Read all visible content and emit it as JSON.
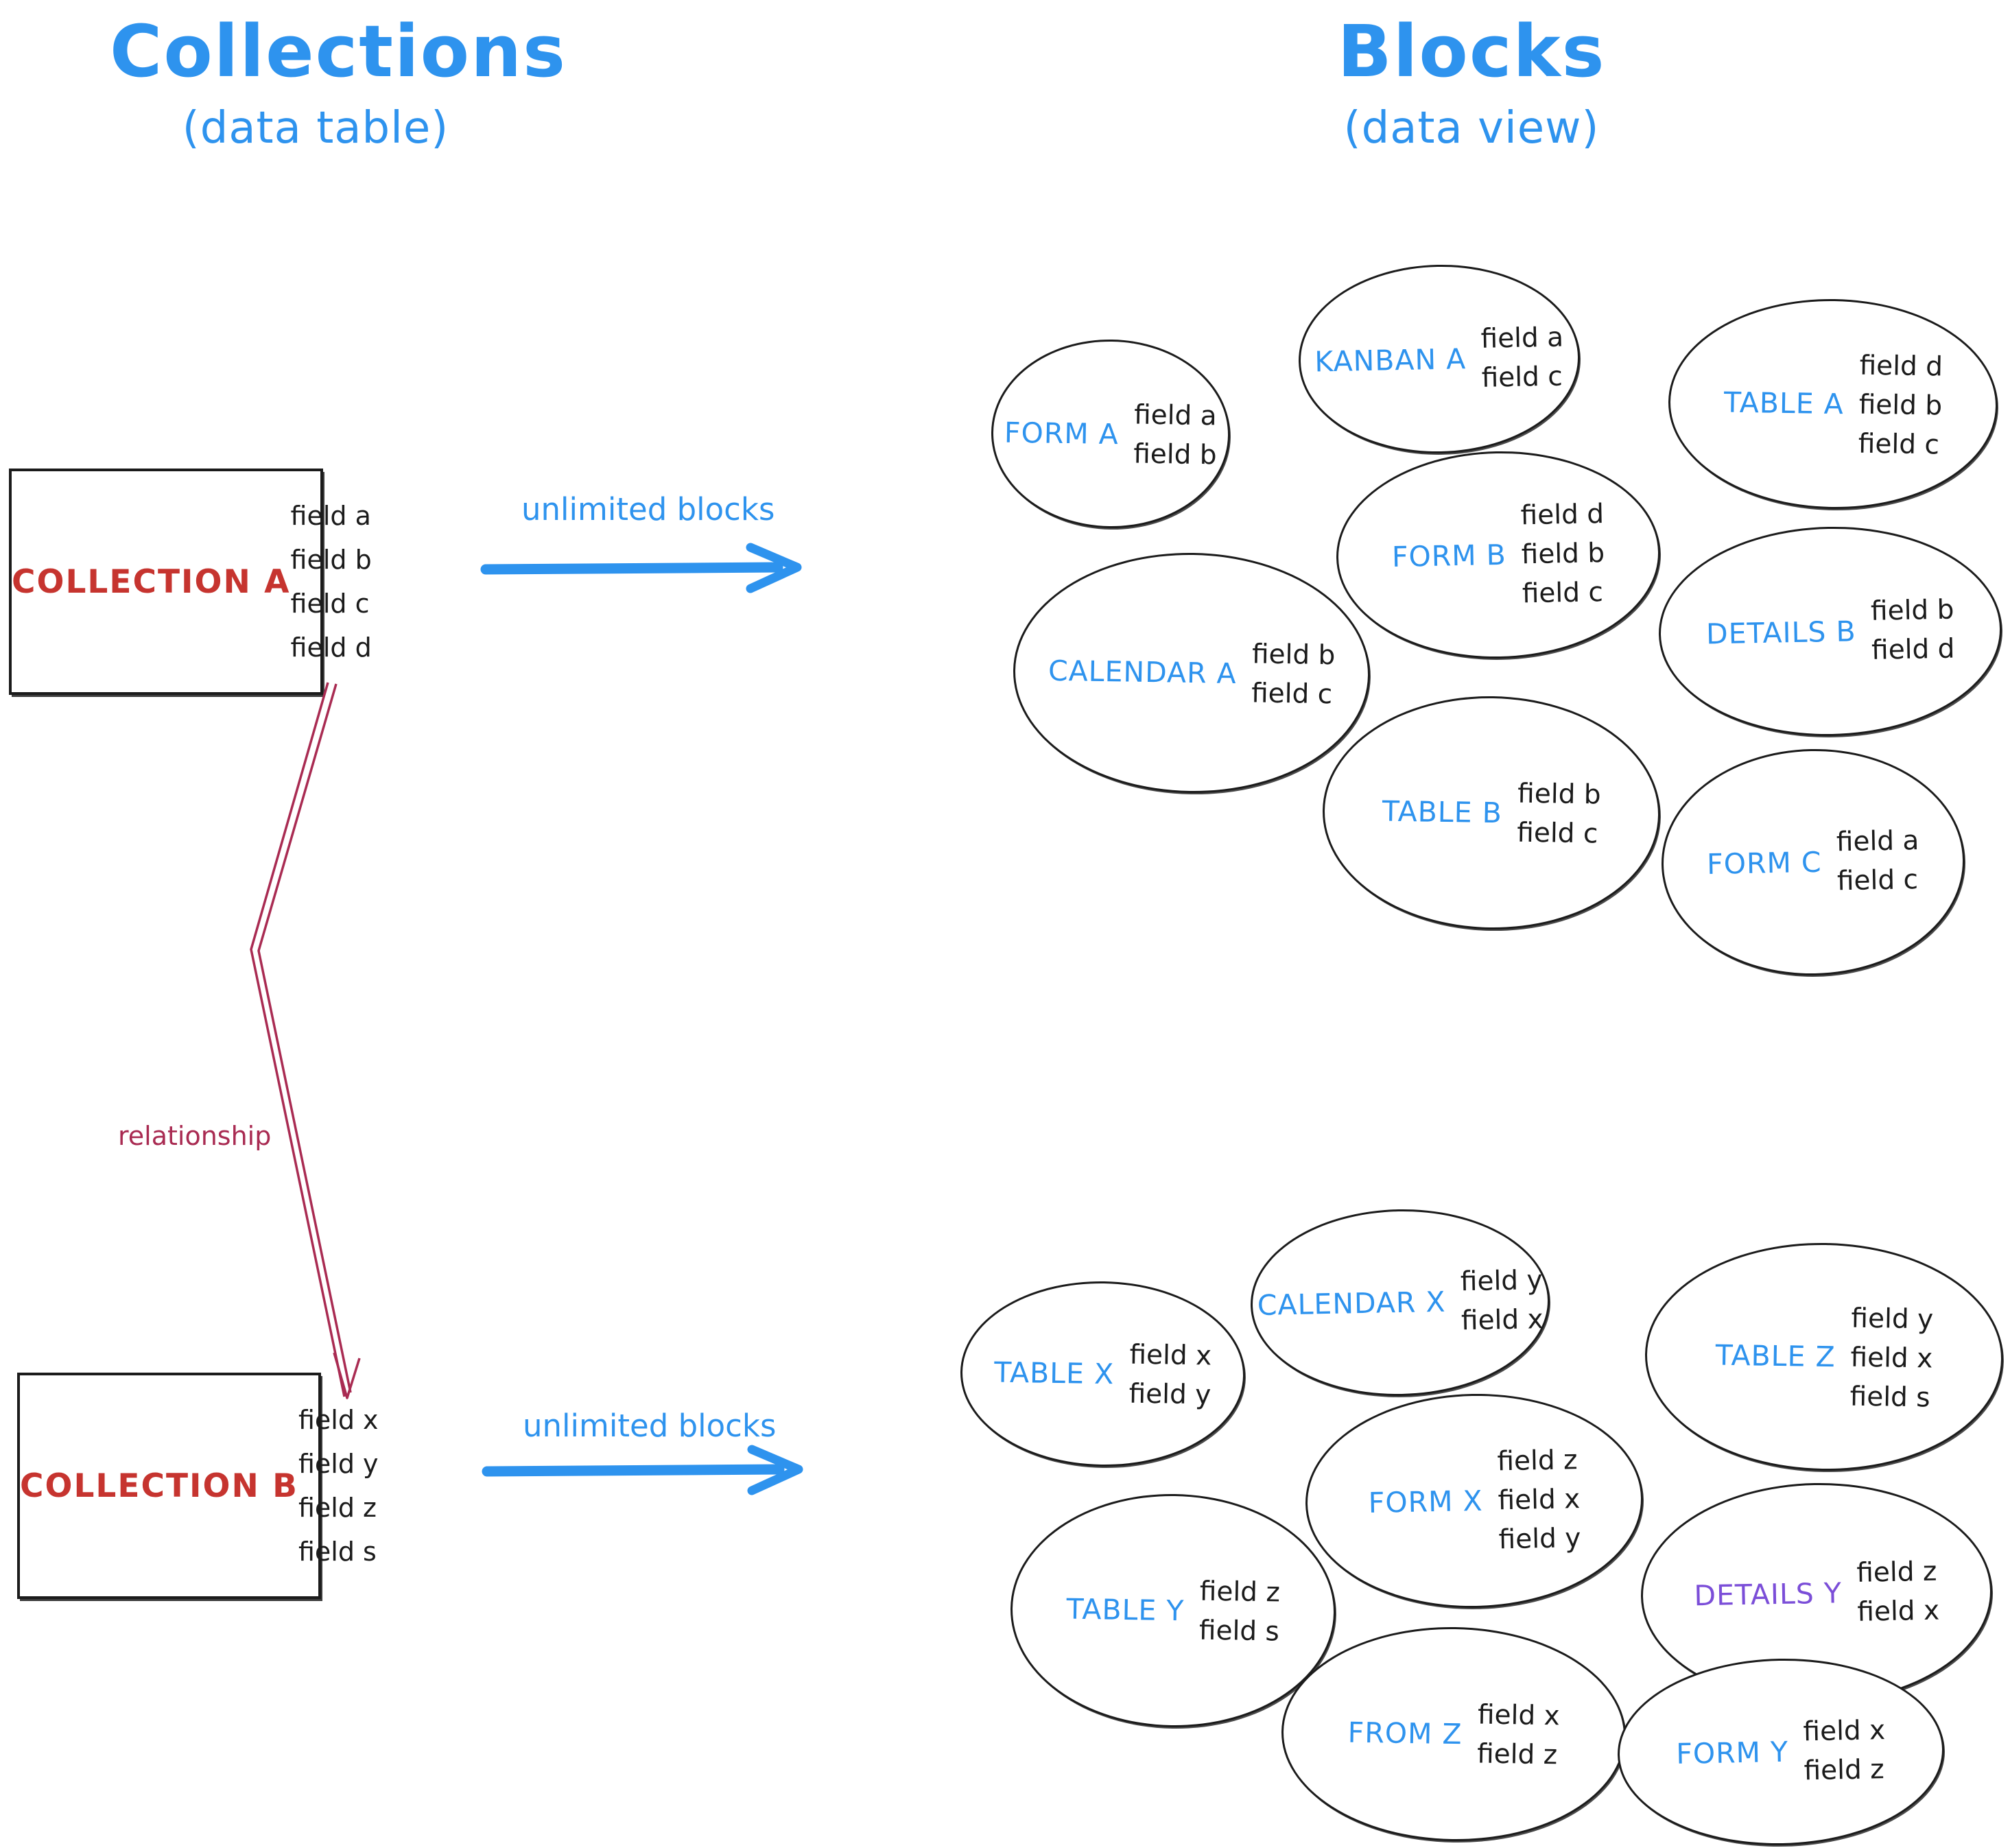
{
  "colors": {
    "blue": "#2e93ee",
    "red": "#c6342f",
    "crimson": "#a92b52",
    "purple": "#7b4ed8",
    "ink": "#1b1b1b"
  },
  "titles": {
    "left": {
      "title": "Collections",
      "subtitle": "(data table)"
    },
    "right": {
      "title": "Blocks",
      "subtitle": "(data view)"
    }
  },
  "collection_a": {
    "name": "COLLECTION A",
    "fields": [
      "field a",
      "field b",
      "field c",
      "field d"
    ]
  },
  "collection_b": {
    "name": "COLLECTION B",
    "fields": [
      "field x",
      "field y",
      "field z",
      "field s"
    ]
  },
  "arrows": {
    "a_label": "unlimited blocks",
    "b_label": "unlimited blocks",
    "relationship_label": "relationship"
  },
  "blocks": [
    {
      "label": "FORM A",
      "color": "blue",
      "fields": [
        "field a",
        "field b"
      ]
    },
    {
      "label": "KANBAN A",
      "color": "blue",
      "fields": [
        "field a",
        "field c"
      ]
    },
    {
      "label": "TABLE A",
      "color": "blue",
      "fields": [
        "field d",
        "field b",
        "field c"
      ]
    },
    {
      "label": "FORM B",
      "color": "blue",
      "fields": [
        "field d",
        "field b",
        "field c"
      ]
    },
    {
      "label": "CALENDAR A",
      "color": "blue",
      "fields": [
        "field b",
        "field c"
      ]
    },
    {
      "label": "DETAILS B",
      "color": "blue",
      "fields": [
        "field b",
        "field d"
      ]
    },
    {
      "label": "TABLE B",
      "color": "blue",
      "fields": [
        "field b",
        "field c"
      ]
    },
    {
      "label": "FORM C",
      "color": "blue",
      "fields": [
        "field a",
        "field c"
      ]
    },
    {
      "label": "TABLE X",
      "color": "blue",
      "fields": [
        "field x",
        "field y"
      ]
    },
    {
      "label": "CALENDAR X",
      "color": "blue",
      "fields": [
        "field y",
        "field x"
      ]
    },
    {
      "label": "TABLE Z",
      "color": "blue",
      "fields": [
        "field y",
        "field x",
        "field s"
      ]
    },
    {
      "label": "FORM X",
      "color": "blue",
      "fields": [
        "field z",
        "field x",
        "field y"
      ]
    },
    {
      "label": "TABLE Y",
      "color": "blue",
      "fields": [
        "field z",
        "field s"
      ]
    },
    {
      "label": "DETAILS Y",
      "color": "purple",
      "fields": [
        "field z",
        "field x"
      ]
    },
    {
      "label": "FROM Z",
      "color": "blue",
      "fields": [
        "field x",
        "field z"
      ]
    },
    {
      "label": "FORM Y",
      "color": "blue",
      "fields": [
        "field x",
        "field z"
      ]
    }
  ]
}
